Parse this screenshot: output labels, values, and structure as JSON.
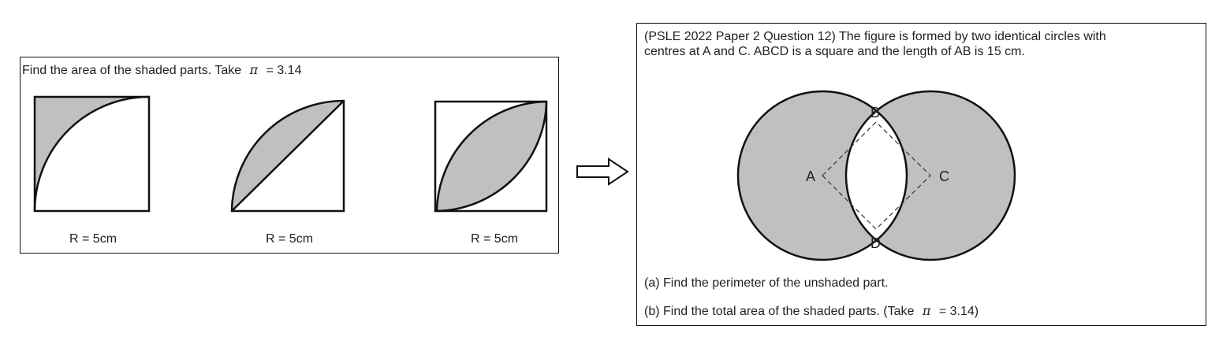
{
  "left_panel": {
    "instruction_prefix": "Find the area of the shaded parts. Take",
    "pi_symbol": "π",
    "pi_value": "= 3.14",
    "figures": [
      {
        "label": "R = 5cm"
      },
      {
        "label": "R = 5cm"
      },
      {
        "label": "R = 5cm"
      }
    ]
  },
  "arrow": {
    "icon": "right-arrow-icon"
  },
  "right_panel": {
    "problem_line_1": "(PSLE 2022 Paper 2 Question 12) The figure is formed by two identical circles with",
    "problem_line_2": "centres at A and C. ABCD is a square and the length of AB is 15 cm.",
    "points": {
      "a": "A",
      "b": "B",
      "c": "C",
      "d": "D"
    },
    "question_a": "(a)  Find the perimeter of the unshaded part.",
    "question_b_prefix": "(b)  Find the total area of the shaded parts. (Take",
    "question_b_pi": "π",
    "question_b_suffix": "= 3.14)"
  },
  "colors": {
    "shade": "#c0c0c0",
    "line": "#111111"
  }
}
